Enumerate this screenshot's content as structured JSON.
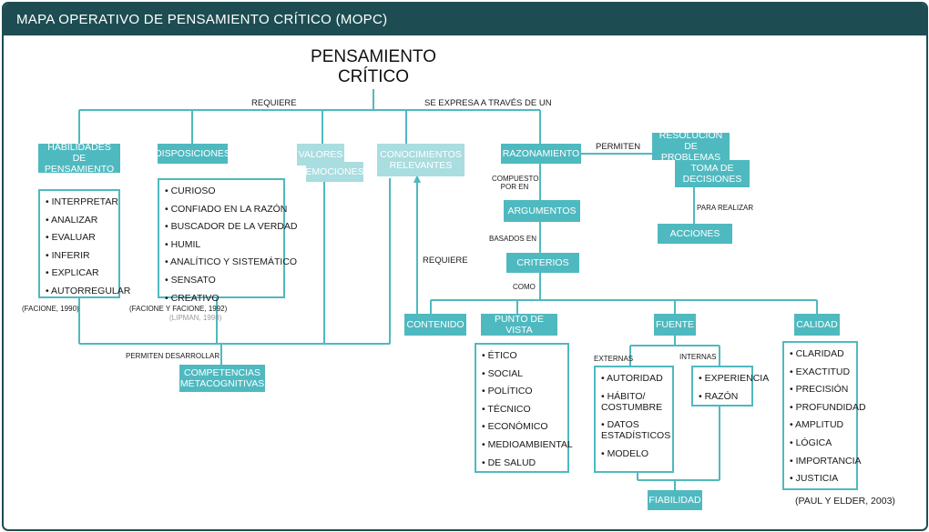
{
  "header": {
    "title": "MAPA OPERATIVO DE PENSAMIENTO CRÍTICO (MOPC)"
  },
  "root": {
    "line1": "PENSAMIENTO",
    "line2": "CRÍTICO"
  },
  "connectors": {
    "requiere": "REQUIERE",
    "se_expresa": "SE EXPRESA A TRAVÉS DE UN",
    "permiten": "PERMITEN",
    "compuesto_por": "COMPUESTO POR EN",
    "basados_en": "BASADOS EN",
    "requiere2": "REQUIERE",
    "para_realizar": "PARA REALIZAR",
    "como": "COMO",
    "permiten_desarrollar": "PERMITEN DESARROLLAR",
    "externas": "EXTERNAS",
    "internas": "INTERNAS"
  },
  "nodes": {
    "habilidades": "HABILIDADES DE PENSAMIENTO",
    "disposiciones": "DISPOSICIONES",
    "valores": "VALORES",
    "emociones": "EMOCIONES",
    "conocimientos": "CONOCIMIENTOS RELEVANTES",
    "razonamiento": "RAZONAMIENTO",
    "resolucion": "RESOLUCIÓN DE PROBLEMAS",
    "toma": "TOMA DE DECISIONES",
    "argumentos": "ARGUMENTOS",
    "acciones": "ACCIONES",
    "criterios": "CRITERIOS",
    "contenido": "CONTENIDO",
    "punto_vista": "PUNTO DE VISTA",
    "fuente": "FUENTE",
    "calidad": "CALIDAD",
    "competencias": "COMPETENCIAS METACOGNITIVAS",
    "fiabilidad": "FIABILIDAD"
  },
  "lists": {
    "habilidades": [
      "INTERPRETAR",
      "ANALIZAR",
      "EVALUAR",
      "INFERIR",
      "EXPLICAR",
      "AUTORREGULAR"
    ],
    "disposiciones": [
      "CURIOSO",
      "CONFIADO EN LA RAZÓN",
      "BUSCADOR DE LA VERDAD",
      "HUMIL",
      "ANALÍTICO Y SISTEMÁTICO",
      "SENSATO"
    ],
    "disposiciones_last": "CREATIVO",
    "punto_vista": [
      "ÉTICO",
      "SOCIAL",
      "POLÍTICO",
      "TÉCNICO",
      "ECONÓMICO",
      "MEDIOAMBIENTAL",
      "DE SALUD"
    ],
    "externas": [
      "AUTORIDAD",
      "HÁBITO/ COSTUMBRE",
      "DATOS ESTADÍSTICOS",
      "MODELO"
    ],
    "internas": [
      "EXPERIENCIA",
      "RAZÓN"
    ],
    "calidad": [
      "CLARIDAD",
      "EXACTITUD",
      "PRECISIÓN",
      "PROFUNDIDAD",
      "AMPLITUD",
      "LÓGICA",
      "IMPORTANCIA",
      "JUSTICIA"
    ]
  },
  "citations": {
    "facione1990": "(FACIONE, 1990)",
    "facione1992": "(FACIONE Y FACIONE, 1992)",
    "lipman": "(LIPMAN, 1998)",
    "paul": "(PAUL Y ELDER, 2003)"
  },
  "colors": {
    "header": "#1d4d52",
    "node": "#4fb9c0",
    "node_light": "#a9dde0"
  }
}
